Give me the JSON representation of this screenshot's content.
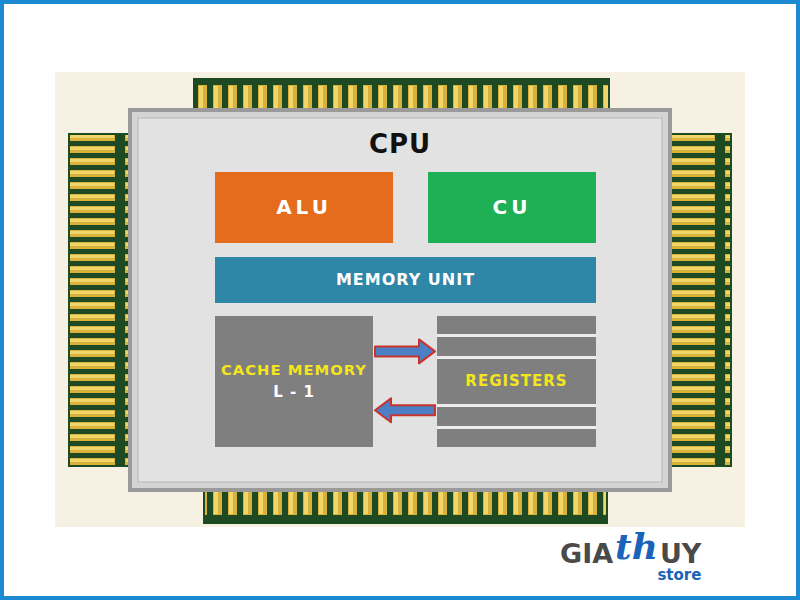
{
  "diagram": {
    "nodes": [
      {
        "text": [
          "CPU"
        ]
      },
      {
        "text": [
          "ALU"
        ],
        "in": 0
      },
      {
        "text": [
          "CU"
        ],
        "in": 0
      },
      {
        "text": [
          "MEMORY UNIT"
        ],
        "in": 0
      },
      {
        "text": [
          "CACHE MEMORY",
          "L - 1"
        ],
        "in": 0
      },
      {
        "text": [
          "REGISTERS"
        ],
        "in": 0
      }
    ],
    "edges": [
      {
        "from": 4,
        "to": 5,
        "arrow": "to"
      },
      {
        "from": 5,
        "to": 4,
        "arrow": "to"
      }
    ],
    "labels": [
      "GIA",
      "th",
      "UY",
      "store"
    ]
  }
}
